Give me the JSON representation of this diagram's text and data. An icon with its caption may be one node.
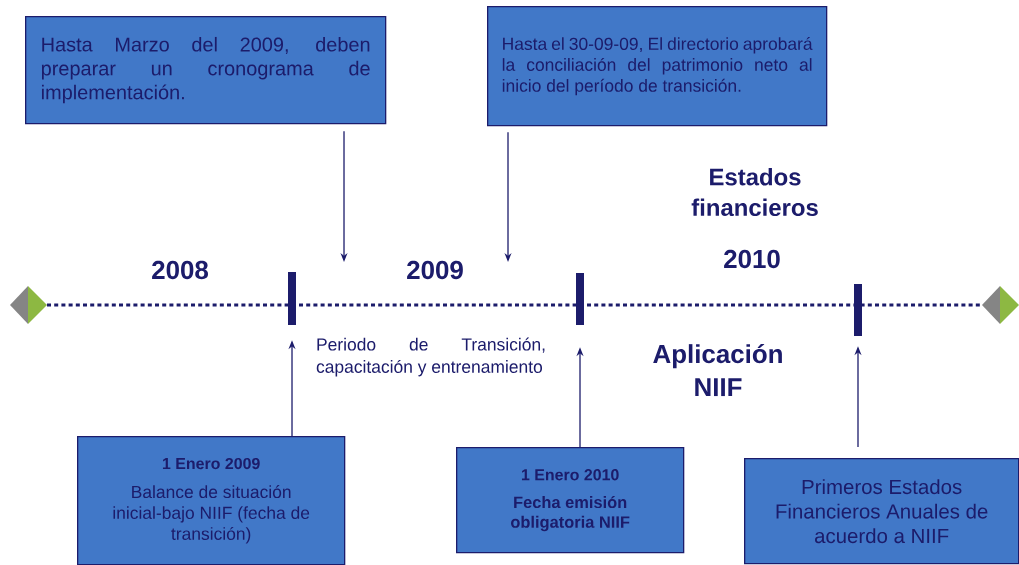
{
  "diagram": {
    "nodes": [
      {
        "text": [
          "Hasta Marzo del 2009, deben preparar un cronograma de implementación."
        ]
      },
      {
        "text": [
          "Hasta el 30-09-09, El directorio aprobará la conciliación del patrimonio neto al inicio del período de transición."
        ]
      },
      {
        "text": [
          "1 Enero 2009",
          "Balance de situación inicial-bajo NIIF (fecha de transición)"
        ]
      },
      {
        "text": [
          "1 Enero 2010",
          "Fecha emisión obligatoria NIIF"
        ]
      },
      {
        "text": [
          "Primeros Estados Financieros Anuales de acuerdo a NIIF"
        ]
      },
      {
        "text": [],
        "shape": "bar"
      },
      {
        "text": [],
        "shape": "bar"
      },
      {
        "text": [],
        "shape": "bar"
      }
    ],
    "edges": [
      {
        "from": 0,
        "to": null,
        "arrow": "to"
      },
      {
        "from": 1,
        "to": null,
        "arrow": "to"
      },
      {
        "from": 2,
        "to": 5,
        "arrow": "to"
      },
      {
        "from": 3,
        "to": 6,
        "arrow": "to"
      },
      {
        "from": 4,
        "to": 7,
        "arrow": "to"
      }
    ],
    "labels": [
      "Estados financieros",
      "2008",
      "2009",
      "2010",
      "Periodo de Transición, capacitación y entrenamiento",
      "Aplicación NIIF"
    ]
  }
}
